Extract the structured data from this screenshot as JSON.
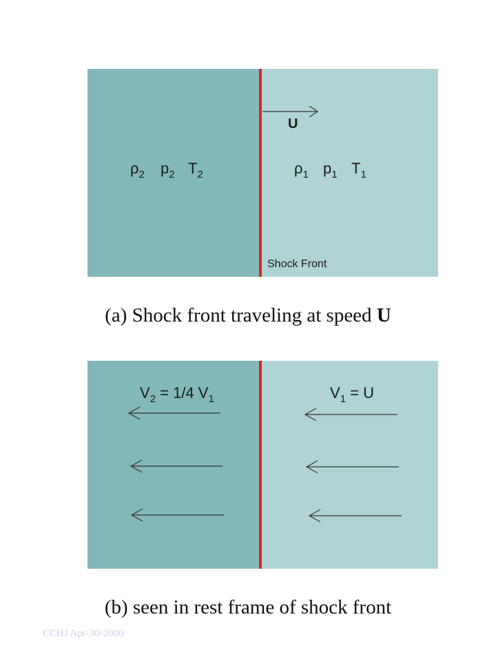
{
  "panel_a": {
    "speed_label": "U",
    "post_shock": {
      "rho": "ρ",
      "rho_sub": "2",
      "p": "p",
      "p_sub": "2",
      "t": "T",
      "t_sub": "2"
    },
    "pre_shock": {
      "rho": "ρ",
      "rho_sub": "1",
      "p": "p",
      "p_sub": "1",
      "t": "T",
      "t_sub": "1"
    },
    "front_label": "Shock Front"
  },
  "caption_a": {
    "text": "(a) Shock front traveling at speed ",
    "bold": "U"
  },
  "panel_b": {
    "left_velocity": {
      "v": "V",
      "sub": "2",
      "mid": " = 1/4 V",
      "sub2": "1"
    },
    "right_velocity": {
      "v": "V",
      "sub": "1",
      "rest": " = U"
    }
  },
  "caption_b": {
    "text": "(b) seen in rest frame of shock front"
  },
  "footer": {
    "text": "CCHJ Apr-30-2000"
  },
  "colors": {
    "post_shock_region": "#82b8b9",
    "pre_shock_region": "#b0d4d5",
    "shock_front": "#e3211f"
  }
}
